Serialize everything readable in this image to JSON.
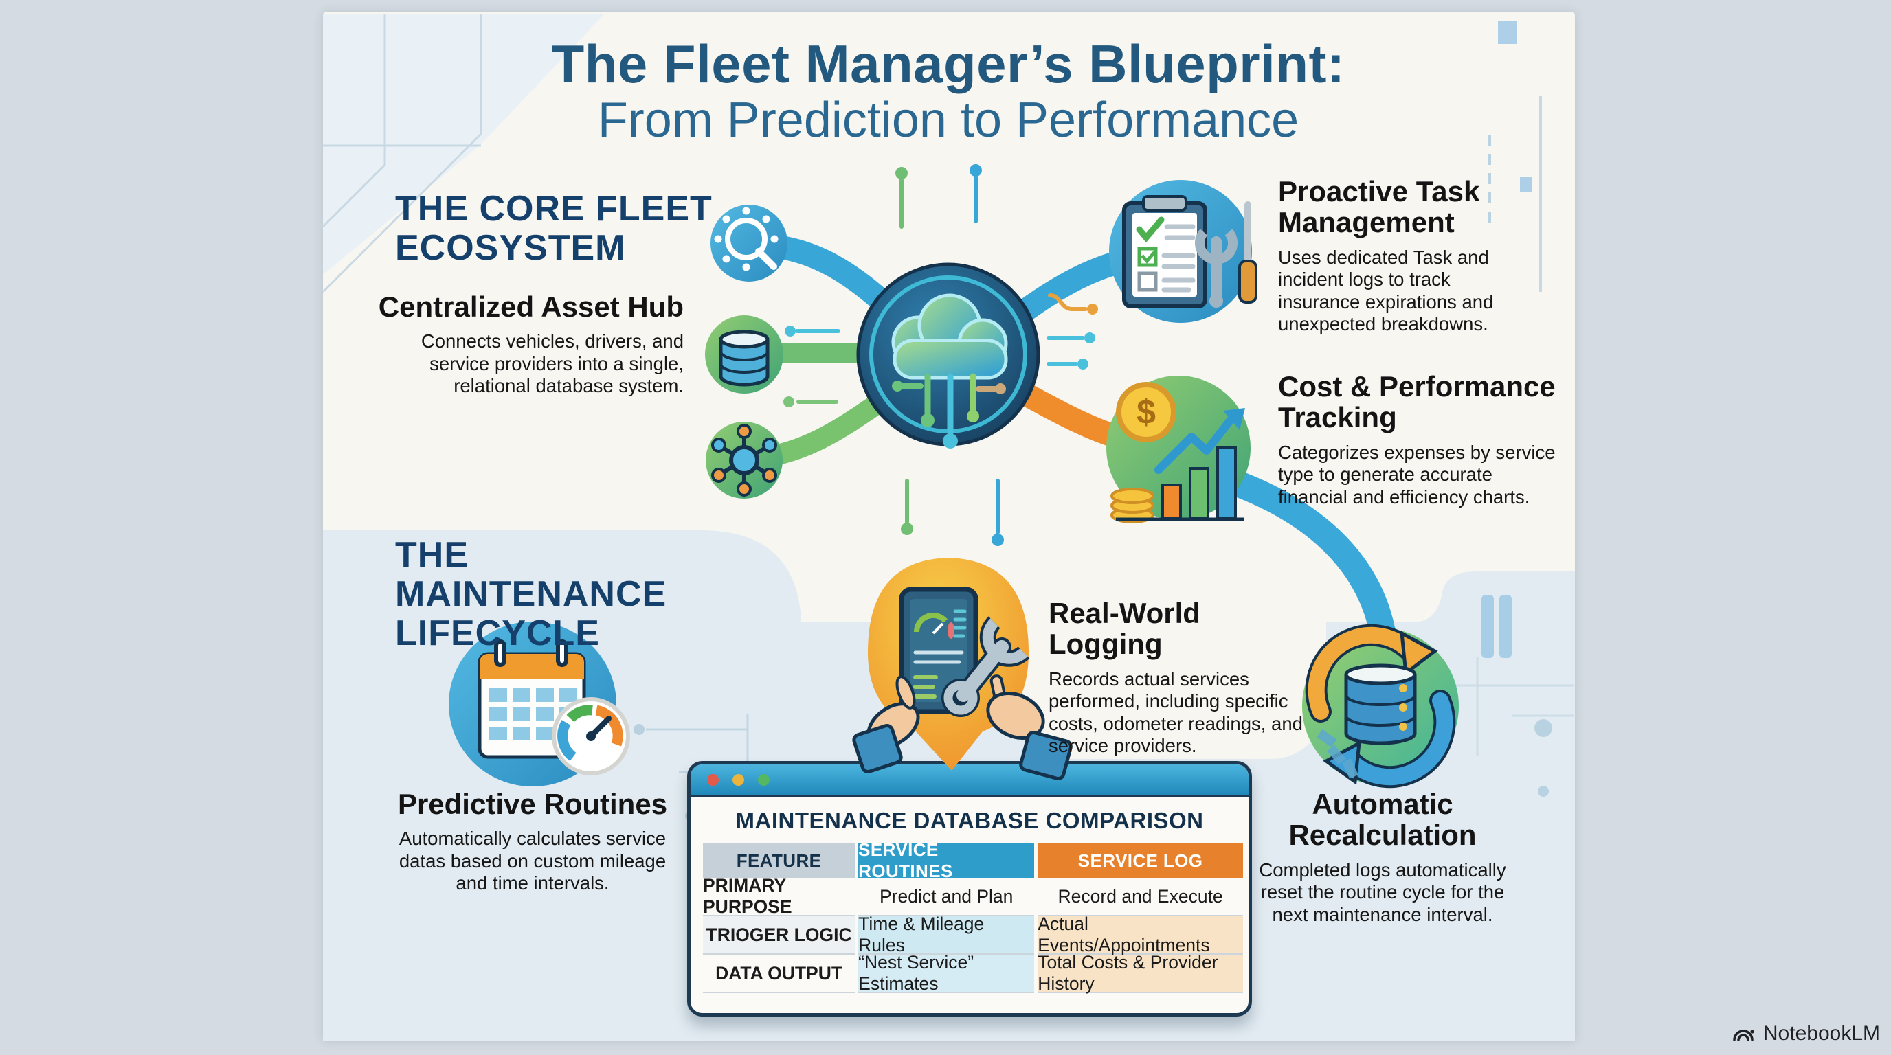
{
  "title": {
    "line1": "The Fleet Manager’s Blueprint:",
    "line2": "From Prediction to Performance"
  },
  "sections": {
    "ecosystem": {
      "heading": "THE CORE FLEET ECOSYSTEM"
    },
    "lifecycle": {
      "heading": "THE MAINTENANCE LIFECYCLE"
    }
  },
  "cards": {
    "asset_hub": {
      "title": "Centralized Asset Hub",
      "description": "Connects vehicles, drivers, and service providers into a single, relational database system."
    },
    "task_management": {
      "title": "Proactive Task Management",
      "description": "Uses dedicated Task and incident logs to track insurance expirations and unexpected breakdowns."
    },
    "cost_tracking": {
      "title": "Cost & Performance Tracking",
      "description": "Categorizes expenses by service type to generate accurate financial and efficiency charts."
    },
    "predictive_routines": {
      "title": "Predictive Routines",
      "description": "Automatically calculates service datas based on custom mileage and time intervals."
    },
    "real_world_logging": {
      "title": "Real-World Logging",
      "description": "Records actual services performed, including specific costs, odometer readings, and service providers."
    },
    "automatic_recalculation": {
      "title": "Automatic Recalculation",
      "description": "Completed logs automatically reset the routine cycle for the next maintenance interval."
    }
  },
  "comparison_table": {
    "title": "MAINTENANCE DATABASE COMPARISON",
    "columns": [
      "FEATURE",
      "SERVICE ROUTINES",
      "SERVICE LOG"
    ],
    "rows": [
      {
        "feature": "PRIMARY PURPOSE",
        "service_routines": "Predict and Plan",
        "service_log": "Record and Execute"
      },
      {
        "feature": "TRIOGER LOGIC",
        "service_routines": "Time & Mileage Rules",
        "service_log": "Actual Events/Appointments"
      },
      {
        "feature": "DATA OUTPUT",
        "service_routines": "“Nest Service” Estimates",
        "service_log": "Total Costs & Provider History"
      }
    ]
  },
  "watermark": {
    "label": "NotebookLM"
  },
  "colors": {
    "heading_navy": "#15406b",
    "title_blue": "#23597f",
    "connector_blue": "#38a7d7",
    "connector_green": "#6fbe73",
    "connector_orange": "#ef8d2d",
    "table_header_blue": "#2f9dc9",
    "table_header_orange": "#e8812c",
    "band_light_blue": "#e2ebf1",
    "panel_bg": "#f7f6f1"
  }
}
